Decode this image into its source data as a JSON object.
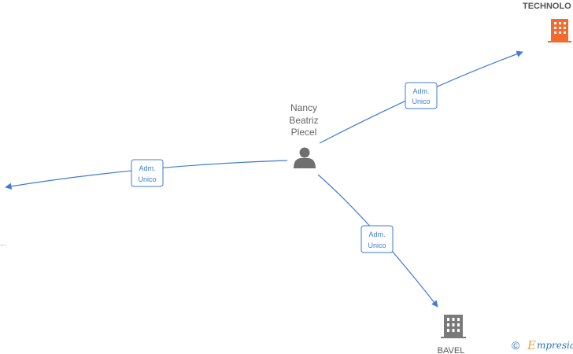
{
  "center_person": {
    "name_lines": [
      "Nancy",
      "Beatriz",
      "Plecel"
    ],
    "icon": "person-icon"
  },
  "companies": {
    "top_right": {
      "label": "TECHNOLO",
      "icon": "building-icon",
      "color": "#f26a2e"
    },
    "bottom": {
      "label": "BAVEL",
      "icon": "building-icon",
      "color": "#7a7a7a"
    },
    "left": {
      "label": "...",
      "icon": ""
    }
  },
  "edges": {
    "to_top_right": {
      "label_lines": [
        "Adm.",
        "Unico"
      ]
    },
    "to_left": {
      "label_lines": [
        "Adm.",
        "Unico"
      ]
    },
    "to_bottom": {
      "label_lines": [
        "Adm.",
        "Unico"
      ]
    }
  },
  "credit": {
    "symbol": "©",
    "brand_initial": "E",
    "brand_rest": "mpresia"
  },
  "colors": {
    "edge": "#3d7bd4",
    "accent_orange": "#f26a2e",
    "node_gray": "#7a7a7a"
  }
}
